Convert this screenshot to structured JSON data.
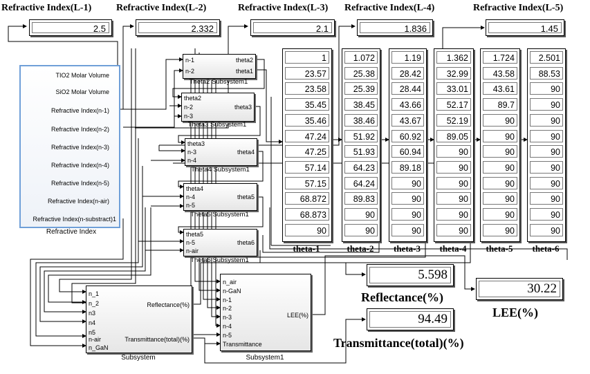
{
  "outputs": {
    "L1": {
      "label": "Refractive Index(L-1)",
      "value": "2.5"
    },
    "L2": {
      "label": "Refractive Index(L-2)",
      "value": "2.332"
    },
    "L3": {
      "label": "Refractive Index(L-3)",
      "value": "2.1"
    },
    "L4": {
      "label": "Refractive Index(L-4)",
      "value": "1.836"
    },
    "L5": {
      "label": "Refractive Index(L-5)",
      "value": "1.45"
    }
  },
  "refractive_block": {
    "caption": "Refractive Index",
    "ports": [
      "TIO2 Molar Volume",
      "SiO2 Molar Volume",
      "Refractive Index(n-1)",
      "Refractive Index(n-2)",
      "Refractive Index(n-3)",
      "Refractive Index(n-4)",
      "Refractive Index(n-5)",
      "Refractive Index(n-air)",
      "Refractive Index(n-substract)1"
    ]
  },
  "theta_subsystems": [
    {
      "caption": "Theta2 Subsystem1",
      "inputs": [
        "n-1",
        "n-2"
      ],
      "outputs": [
        "theta2",
        "theta1"
      ]
    },
    {
      "caption": "Theta3 Subsystem1",
      "inputs": [
        "theta2",
        "n-2",
        "n-3"
      ],
      "outputs": [
        "theta3"
      ]
    },
    {
      "caption": "Theta4 Subsystem1",
      "inputs": [
        "theta3",
        "n-3",
        "n-4"
      ],
      "outputs": [
        "theta4"
      ]
    },
    {
      "caption": "Theta5 Subsystem1",
      "inputs": [
        "theta4",
        "n-4",
        "n-5"
      ],
      "outputs": [
        "theta5"
      ]
    },
    {
      "caption": "Theta6 Subsystem1",
      "inputs": [
        "theta5",
        "n-5",
        "n-air"
      ],
      "outputs": [
        "theta6"
      ]
    }
  ],
  "theta_columns": [
    {
      "label": "theta-1",
      "values": [
        "1",
        "23.57",
        "23.58",
        "35.45",
        "35.46",
        "47.24",
        "47.25",
        "57.14",
        "57.15",
        "68.872",
        "68.873",
        "90"
      ]
    },
    {
      "label": "theta-2",
      "values": [
        "1.072",
        "25.38",
        "25.39",
        "38.45",
        "38.46",
        "51.92",
        "51.93",
        "64.23",
        "64.24",
        "89.83",
        "90",
        "90"
      ]
    },
    {
      "label": "theta-3",
      "values": [
        "1.19",
        "28.42",
        "28.44",
        "43.66",
        "43.67",
        "60.92",
        "60.94",
        "89.18",
        "90",
        "90",
        "90",
        "90"
      ]
    },
    {
      "label": "theta-4",
      "values": [
        "1.362",
        "32.99",
        "33.01",
        "52.17",
        "52.19",
        "89.05",
        "90",
        "90",
        "90",
        "90",
        "90",
        "90"
      ]
    },
    {
      "label": "theta-5",
      "values": [
        "1.724",
        "43.58",
        "43.61",
        "89.7",
        "90",
        "90",
        "90",
        "90",
        "90",
        "90",
        "90",
        "90"
      ]
    },
    {
      "label": "theta-6",
      "values": [
        "2.501",
        "88.53",
        "90",
        "90",
        "90",
        "90",
        "90",
        "90",
        "90",
        "90",
        "90",
        "90"
      ]
    }
  ],
  "subsystem": {
    "caption": "Subsystem",
    "inputs": [
      "n_1",
      "n_2",
      "n3",
      "n4",
      "n5",
      "n-air",
      "n_GaN"
    ],
    "outputs": [
      "Reflectance(%)",
      "Transmittance(total)(%)"
    ]
  },
  "subsystem1": {
    "caption": "Subsystem1",
    "inputs": [
      "n_air",
      "n-GaN",
      "n-1",
      "n-2",
      "n-3",
      "n-4",
      "n-5",
      "Transmittance"
    ],
    "outputs": [
      "LEE(%)"
    ]
  },
  "results": {
    "reflectance": {
      "label": "Reflectance(%)",
      "value": "5.598"
    },
    "transmittance": {
      "label": "Transmittance(total)(%)",
      "value": "94.49"
    },
    "lee": {
      "label": "LEE(%)",
      "value": "30.22"
    }
  }
}
